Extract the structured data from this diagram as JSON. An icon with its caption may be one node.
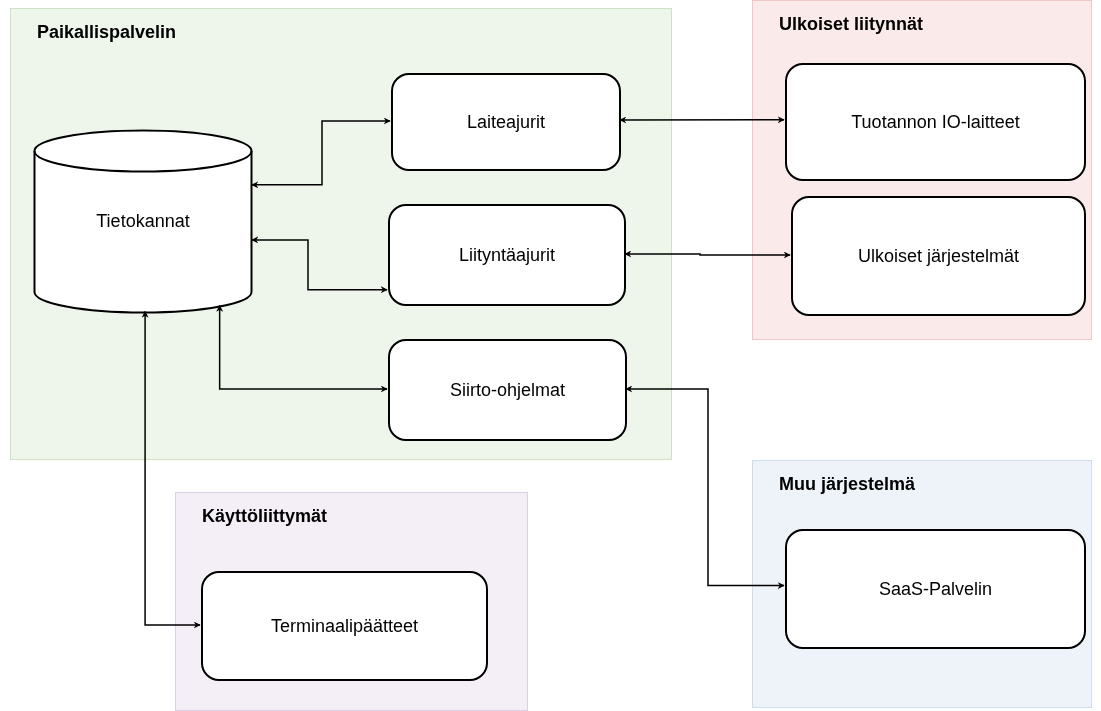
{
  "diagram": {
    "nodes": [
      {
        "text": [
          "Paikallispalvelin"
        ]
      },
      {
        "text": [
          "Tietokannat"
        ],
        "in": 0
      },
      {
        "text": [
          "Laiteajurit"
        ],
        "in": 0
      },
      {
        "text": [
          "Liityntäajurit"
        ],
        "in": 0
      },
      {
        "text": [
          "Siirto-ohjelmat"
        ],
        "in": 0
      },
      {
        "text": [
          "Ulkoiset liitynnät"
        ]
      },
      {
        "text": [
          "Tuotannon IO-laitteet"
        ],
        "in": 5
      },
      {
        "text": [
          "Ulkoiset järjestelmät"
        ],
        "in": 5
      },
      {
        "text": [
          "Muu järjestelmä"
        ]
      },
      {
        "text": [
          "SaaS-Palvelin"
        ],
        "in": 8
      },
      {
        "text": [
          "Käyttöliittymät"
        ]
      },
      {
        "text": [
          "Terminaalipäätteet"
        ],
        "in": 10
      }
    ],
    "edges": [
      {
        "from": 1,
        "to": 2,
        "arrow": "both"
      },
      {
        "from": 1,
        "to": 3,
        "arrow": "both"
      },
      {
        "from": 1,
        "to": 4,
        "arrow": "both"
      },
      {
        "from": 1,
        "to": 11,
        "arrow": "both"
      },
      {
        "from": 2,
        "to": 6,
        "arrow": "both"
      },
      {
        "from": 3,
        "to": 7,
        "arrow": "both"
      },
      {
        "from": 4,
        "to": 9,
        "arrow": "both"
      }
    ]
  }
}
